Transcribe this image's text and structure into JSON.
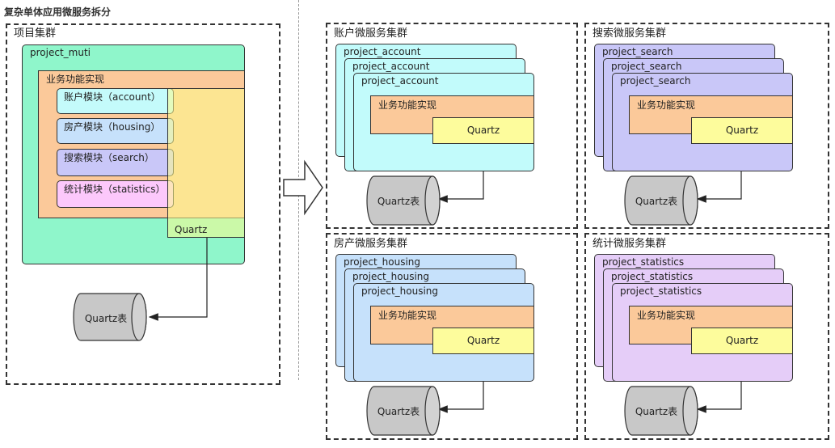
{
  "title": "复杂单体应用微服务拆分",
  "left": {
    "cluster_label": "项目集群",
    "app": "project_muti",
    "biz": "业务功能实现",
    "modules": [
      "账户模块（account）",
      "房产模块（housing）",
      "搜索模块（search）",
      "统计模块（statistics）"
    ],
    "quartz": "Quartz",
    "db": "Quartz表"
  },
  "clusters": [
    {
      "label": "账户微服务集群",
      "svc": "project_account",
      "biz": "业务功能实现",
      "quartz": "Quartz",
      "db": "Quartz表"
    },
    {
      "label": "搜索微服务集群",
      "svc": "project_search",
      "biz": "业务功能实现",
      "quartz": "Quartz",
      "db": "Quartz表"
    },
    {
      "label": "房产微服务集群",
      "svc": "project_housing",
      "biz": "业务功能实现",
      "quartz": "Quartz",
      "db": "Quartz表"
    },
    {
      "label": "统计微服务集群",
      "svc": "project_statistics",
      "biz": "业务功能实现",
      "quartz": "Quartz",
      "db": "Quartz表"
    }
  ],
  "colors": {
    "green": "#8ff6cb",
    "orange": "#fbc99a",
    "yellow": "#fdfc9c",
    "cyan": "#c2fbfb",
    "purple": "#c9c7f8",
    "blue": "#c6e1fb",
    "lilac": "#e5cdf8",
    "account_mod": "#c4fbfb",
    "housing_mod": "#c6e1fb",
    "search_mod": "#c9c7f8",
    "statistics_mod": "#fcc8fb",
    "db": "#c8c8c8"
  }
}
